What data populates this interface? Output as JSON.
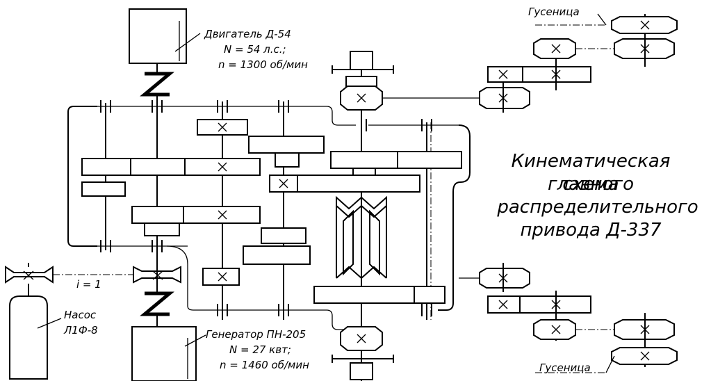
{
  "labels": {
    "engine_name": "Двигатель Д-54",
    "engine_power": "N = 54 л.с.;",
    "engine_speed": "n = 1300 об/мин",
    "generator_name": "Генератор ПН-205",
    "generator_power": "N = 27 квт;",
    "generator_speed": "n = 1460 об/мин",
    "pump_line1": "Насос",
    "pump_line2": "Л1Ф-8",
    "ratio": "i = 1",
    "track_top": "Гусеница",
    "track_bottom": "Гусеница"
  },
  "title": {
    "line1": "Кинематическая схема",
    "line2": "главного",
    "line3": "распределительного",
    "line4": "привода Д-337"
  }
}
